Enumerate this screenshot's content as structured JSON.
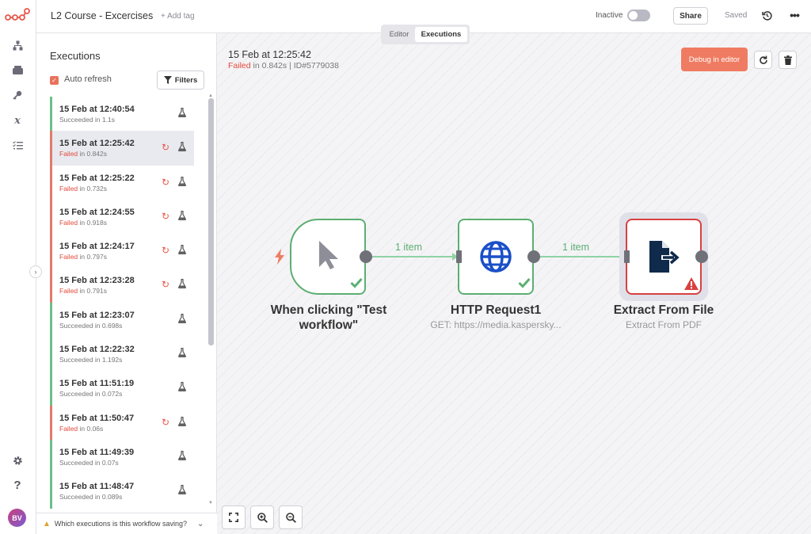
{
  "app": {
    "workflow_name": "L2 Course - Excercises",
    "add_tag": "+ Add tag",
    "inactive_label": "Inactive",
    "share_label": "Share",
    "saved_label": "Saved",
    "more_label": "•••",
    "avatar_initials": "BV"
  },
  "tabs": {
    "editor": "Editor",
    "executions": "Executions"
  },
  "panel": {
    "title": "Executions",
    "auto_refresh": "Auto refresh",
    "filters_label": "Filters",
    "saving_question": "Which executions is this workflow saving?",
    "executions": [
      {
        "date": "15 Feb at 12:40:54",
        "status": "Succeeded",
        "duration": " in 1.1s",
        "failed": false,
        "selected": false
      },
      {
        "date": "15 Feb at 12:25:42",
        "status": "Failed",
        "duration": " in 0.842s",
        "failed": true,
        "selected": true
      },
      {
        "date": "15 Feb at 12:25:22",
        "status": "Failed",
        "duration": " in 0.732s",
        "failed": true,
        "selected": false
      },
      {
        "date": "15 Feb at 12:24:55",
        "status": "Failed",
        "duration": " in 0.918s",
        "failed": true,
        "selected": false
      },
      {
        "date": "15 Feb at 12:24:17",
        "status": "Failed",
        "duration": " in 0.797s",
        "failed": true,
        "selected": false
      },
      {
        "date": "15 Feb at 12:23:28",
        "status": "Failed",
        "duration": " in 0.791s",
        "failed": true,
        "selected": false
      },
      {
        "date": "15 Feb at 12:23:07",
        "status": "Succeeded",
        "duration": " in 0.698s",
        "failed": false,
        "selected": false
      },
      {
        "date": "15 Feb at 12:22:32",
        "status": "Succeeded",
        "duration": " in 1.192s",
        "failed": false,
        "selected": false
      },
      {
        "date": "15 Feb at 11:51:19",
        "status": "Succeeded",
        "duration": " in 0.072s",
        "failed": false,
        "selected": false
      },
      {
        "date": "15 Feb at 11:50:47",
        "status": "Failed",
        "duration": " in 0.06s",
        "failed": true,
        "selected": false
      },
      {
        "date": "15 Feb at 11:49:39",
        "status": "Succeeded",
        "duration": " in 0.07s",
        "failed": false,
        "selected": false
      },
      {
        "date": "15 Feb at 11:48:47",
        "status": "Succeeded",
        "duration": " in 0.089s",
        "failed": false,
        "selected": false
      }
    ]
  },
  "execution": {
    "date": "15 Feb at 12:25:42",
    "status": "Failed",
    "meta_rest": " in 0.842s | ID#5779038",
    "debug_label": "Debug in editor"
  },
  "nodes": {
    "trigger": {
      "label": "When clicking \"Test workflow\""
    },
    "http": {
      "label": "HTTP Request1",
      "subtitle": "GET: https://media.kaspersky..."
    },
    "extract": {
      "label": "Extract From File",
      "subtitle": "Extract From PDF"
    }
  },
  "connections": {
    "first": "1 item",
    "second": "1 item"
  },
  "colors": {
    "accent": "#ef7c62",
    "success": "#5cae72",
    "error": "#d94040",
    "failed_text": "#e24a3b"
  },
  "icons": {
    "rail": [
      "workflows-icon",
      "templates-icon",
      "credentials-icon",
      "variables-icon",
      "executions-icon",
      "settings-icon",
      "help-icon"
    ]
  }
}
